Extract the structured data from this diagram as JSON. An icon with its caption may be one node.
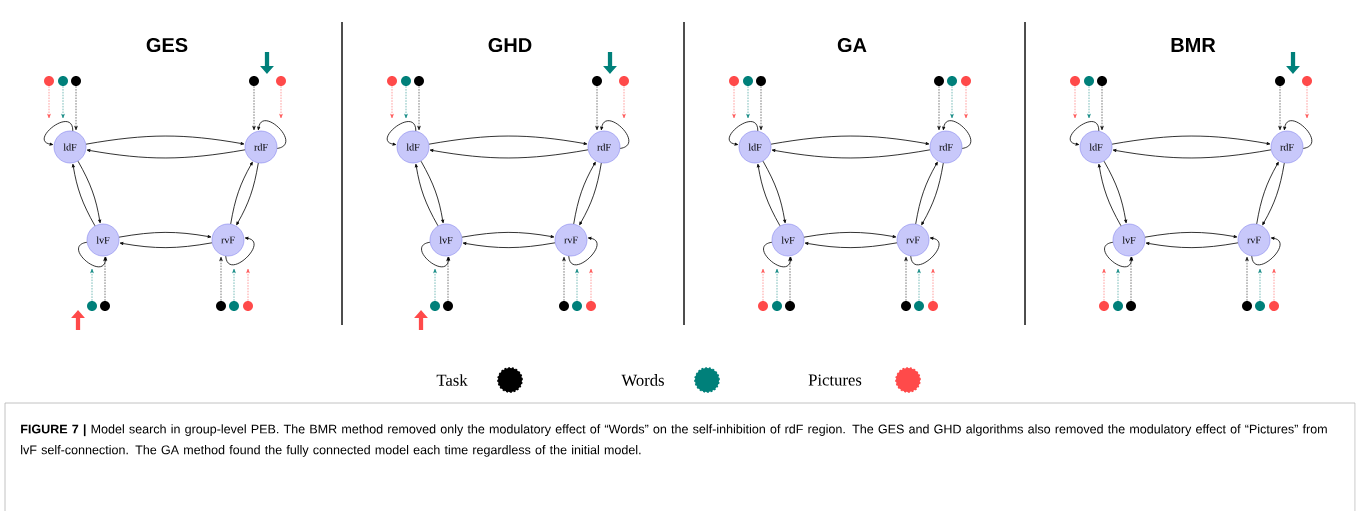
{
  "diagram": {
    "caption": "**FIGURE 7 |** Model search in group-level PEB. The BMR method removed only the modulatory effect of “Words” on the self-inhibition of rdF region. The GES and GHD algorithms also removed the modulatory effect of “Pictures” from lvF self-connection. The GA method found the fully connected model each time regardless of the initial model.",
    "nodes": [
      {
        "text": [
          "ldF"
        ]
      },
      {
        "text": [
          "rdF"
        ]
      },
      {
        "text": [
          "lvF"
        ]
      },
      {
        "text": [
          "rvF"
        ]
      },
      {
        "text": [],
        "shape": "circle"
      },
      {
        "text": [],
        "shape": "circle"
      },
      {
        "text": [],
        "shape": "circle"
      },
      {
        "text": [],
        "shape": "circle"
      },
      {
        "text": [],
        "shape": "circle"
      },
      {
        "text": [],
        "shape": "circle"
      },
      {
        "text": [],
        "shape": "circle"
      },
      {
        "text": [],
        "shape": "circle"
      },
      {
        "text": [],
        "shape": "circle"
      },
      {
        "text": [],
        "shape": "circle"
      },
      {
        "text": [
          "ldF"
        ]
      },
      {
        "text": [
          "rdF"
        ]
      },
      {
        "text": [
          "lvF"
        ]
      },
      {
        "text": [
          "rvF"
        ]
      },
      {
        "text": [],
        "shape": "circle"
      },
      {
        "text": [],
        "shape": "circle"
      },
      {
        "text": [],
        "shape": "circle"
      },
      {
        "text": [],
        "shape": "circle"
      },
      {
        "text": [],
        "shape": "circle"
      },
      {
        "text": [],
        "shape": "circle"
      },
      {
        "text": [],
        "shape": "circle"
      },
      {
        "text": [],
        "shape": "circle"
      },
      {
        "text": [],
        "shape": "circle"
      },
      {
        "text": [],
        "shape": "circle"
      },
      {
        "text": [
          "ldF"
        ]
      },
      {
        "text": [
          "rdF"
        ]
      },
      {
        "text": [
          "lvF"
        ]
      },
      {
        "text": [
          "rvF"
        ]
      },
      {
        "text": [],
        "shape": "circle"
      },
      {
        "text": [],
        "shape": "circle"
      },
      {
        "text": [],
        "shape": "circle"
      },
      {
        "text": [],
        "shape": "circle"
      },
      {
        "text": [],
        "shape": "circle"
      },
      {
        "text": [],
        "shape": "circle"
      },
      {
        "text": [],
        "shape": "circle"
      },
      {
        "text": [],
        "shape": "circle"
      },
      {
        "text": [],
        "shape": "circle"
      },
      {
        "text": [],
        "shape": "circle"
      },
      {
        "text": [],
        "shape": "circle"
      },
      {
        "text": [],
        "shape": "circle"
      },
      {
        "text": [
          "ldF"
        ]
      },
      {
        "text": [
          "rdF"
        ]
      },
      {
        "text": [
          "lvF"
        ]
      },
      {
        "text": [
          "rvF"
        ]
      },
      {
        "text": [],
        "shape": "circle"
      },
      {
        "text": [],
        "shape": "circle"
      },
      {
        "text": [],
        "shape": "circle"
      },
      {
        "text": [],
        "shape": "circle"
      },
      {
        "text": [],
        "shape": "circle"
      },
      {
        "text": [],
        "shape": "circle"
      },
      {
        "text": [],
        "shape": "circle"
      },
      {
        "text": [],
        "shape": "circle"
      },
      {
        "text": [],
        "shape": "circle"
      },
      {
        "text": [],
        "shape": "circle"
      },
      {
        "text": [],
        "shape": "circle"
      }
    ],
    "edges": [
      {
        "from": 0,
        "to": 1,
        "arrow": "to"
      },
      {
        "from": 1,
        "to": 0,
        "arrow": "to"
      },
      {
        "from": 0,
        "to": 2,
        "arrow": "to"
      },
      {
        "from": 2,
        "to": 0,
        "arrow": "to"
      },
      {
        "from": 1,
        "to": 3,
        "arrow": "to"
      },
      {
        "from": 3,
        "to": 1,
        "arrow": "to"
      },
      {
        "from": 2,
        "to": 3,
        "arrow": "to"
      },
      {
        "from": 3,
        "to": 2,
        "arrow": "to"
      },
      {
        "from": 0,
        "to": 0,
        "arrow": "to"
      },
      {
        "from": 1,
        "to": 1,
        "arrow": "to"
      },
      {
        "from": 2,
        "to": 2,
        "arrow": "to"
      },
      {
        "from": 3,
        "to": 3,
        "arrow": "to"
      },
      {
        "from": 4,
        "to": 0,
        "arrow": "to",
        "style": "dashed",
        "color": "#ff4a4a"
      },
      {
        "from": 5,
        "to": 0,
        "arrow": "to",
        "style": "dashed",
        "color": "#00807a"
      },
      {
        "from": 6,
        "to": 0,
        "arrow": "to",
        "style": "dashed"
      },
      {
        "from": 7,
        "to": 1,
        "arrow": "to",
        "style": "dashed"
      },
      {
        "from": 8,
        "to": 1,
        "arrow": "to",
        "style": "dashed",
        "color": "#ff4a4a"
      },
      {
        "from": 9,
        "to": 2,
        "arrow": "to",
        "style": "dashed",
        "color": "#00807a"
      },
      {
        "from": 10,
        "to": 2,
        "arrow": "to",
        "style": "dashed"
      },
      {
        "from": 11,
        "to": 3,
        "arrow": "to",
        "style": "dashed"
      },
      {
        "from": 12,
        "to": 3,
        "arrow": "to",
        "style": "dashed",
        "color": "#00807a"
      },
      {
        "from": 13,
        "to": 3,
        "arrow": "to",
        "style": "dashed",
        "color": "#ff4a4a"
      },
      {
        "from": 14,
        "to": 15,
        "arrow": "to"
      },
      {
        "from": 15,
        "to": 14,
        "arrow": "to"
      },
      {
        "from": 14,
        "to": 16,
        "arrow": "to"
      },
      {
        "from": 16,
        "to": 14,
        "arrow": "to"
      },
      {
        "from": 15,
        "to": 17,
        "arrow": "to"
      },
      {
        "from": 17,
        "to": 15,
        "arrow": "to"
      },
      {
        "from": 16,
        "to": 17,
        "arrow": "to"
      },
      {
        "from": 17,
        "to": 16,
        "arrow": "to"
      },
      {
        "from": 14,
        "to": 14,
        "arrow": "to"
      },
      {
        "from": 15,
        "to": 15,
        "arrow": "to"
      },
      {
        "from": 16,
        "to": 16,
        "arrow": "to"
      },
      {
        "from": 17,
        "to": 17,
        "arrow": "to"
      },
      {
        "from": 18,
        "to": 14,
        "arrow": "to",
        "style": "dashed",
        "color": "#ff4a4a"
      },
      {
        "from": 19,
        "to": 14,
        "arrow": "to",
        "style": "dashed",
        "color": "#00807a"
      },
      {
        "from": 20,
        "to": 14,
        "arrow": "to",
        "style": "dashed"
      },
      {
        "from": 21,
        "to": 15,
        "arrow": "to",
        "style": "dashed"
      },
      {
        "from": 22,
        "to": 15,
        "arrow": "to",
        "style": "dashed",
        "color": "#ff4a4a"
      },
      {
        "from": 23,
        "to": 16,
        "arrow": "to",
        "style": "dashed",
        "color": "#00807a"
      },
      {
        "from": 24,
        "to": 16,
        "arrow": "to",
        "style": "dashed"
      },
      {
        "from": 25,
        "to": 17,
        "arrow": "to",
        "style": "dashed"
      },
      {
        "from": 26,
        "to": 17,
        "arrow": "to",
        "style": "dashed",
        "color": "#00807a"
      },
      {
        "from": 27,
        "to": 17,
        "arrow": "to",
        "style": "dashed",
        "color": "#ff4a4a"
      },
      {
        "from": 28,
        "to": 29,
        "arrow": "to"
      },
      {
        "from": 29,
        "to": 28,
        "arrow": "to"
      },
      {
        "from": 28,
        "to": 30,
        "arrow": "to"
      },
      {
        "from": 30,
        "to": 28,
        "arrow": "to"
      },
      {
        "from": 29,
        "to": 31,
        "arrow": "to"
      },
      {
        "from": 31,
        "to": 29,
        "arrow": "to"
      },
      {
        "from": 30,
        "to": 31,
        "arrow": "to"
      },
      {
        "from": 31,
        "to": 30,
        "arrow": "to"
      },
      {
        "from": 28,
        "to": 28,
        "arrow": "to"
      },
      {
        "from": 29,
        "to": 29,
        "arrow": "to"
      },
      {
        "from": 30,
        "to": 30,
        "arrow": "to"
      },
      {
        "from": 31,
        "to": 31,
        "arrow": "to"
      },
      {
        "from": 32,
        "to": 28,
        "arrow": "to",
        "style": "dashed",
        "color": "#ff4a4a"
      },
      {
        "from": 33,
        "to": 28,
        "arrow": "to",
        "style": "dashed",
        "color": "#00807a"
      },
      {
        "from": 34,
        "to": 28,
        "arrow": "to",
        "style": "dashed"
      },
      {
        "from": 35,
        "to": 29,
        "arrow": "to",
        "style": "dashed"
      },
      {
        "from": 36,
        "to": 29,
        "arrow": "to",
        "style": "dashed",
        "color": "#00807a"
      },
      {
        "from": 37,
        "to": 29,
        "arrow": "to",
        "style": "dashed",
        "color": "#ff4a4a"
      },
      {
        "from": 38,
        "to": 30,
        "arrow": "to",
        "style": "dashed",
        "color": "#ff4a4a"
      },
      {
        "from": 39,
        "to": 30,
        "arrow": "to",
        "style": "dashed",
        "color": "#00807a"
      },
      {
        "from": 40,
        "to": 30,
        "arrow": "to",
        "style": "dashed"
      },
      {
        "from": 41,
        "to": 31,
        "arrow": "to",
        "style": "dashed"
      },
      {
        "from": 42,
        "to": 31,
        "arrow": "to",
        "style": "dashed",
        "color": "#00807a"
      },
      {
        "from": 43,
        "to": 31,
        "arrow": "to",
        "style": "dashed",
        "color": "#ff4a4a"
      },
      {
        "from": 44,
        "to": 45,
        "arrow": "to"
      },
      {
        "from": 45,
        "to": 44,
        "arrow": "to"
      },
      {
        "from": 44,
        "to": 46,
        "arrow": "to"
      },
      {
        "from": 46,
        "to": 44,
        "arrow": "to"
      },
      {
        "from": 45,
        "to": 47,
        "arrow": "to"
      },
      {
        "from": 47,
        "to": 45,
        "arrow": "to"
      },
      {
        "from": 46,
        "to": 47,
        "arrow": "to"
      },
      {
        "from": 47,
        "to": 46,
        "arrow": "to"
      },
      {
        "from": 44,
        "to": 44,
        "arrow": "to"
      },
      {
        "from": 45,
        "to": 45,
        "arrow": "to"
      },
      {
        "from": 46,
        "to": 46,
        "arrow": "to"
      },
      {
        "from": 47,
        "to": 47,
        "arrow": "to"
      },
      {
        "from": 48,
        "to": 44,
        "arrow": "to",
        "style": "dashed",
        "color": "#ff4a4a"
      },
      {
        "from": 49,
        "to": 44,
        "arrow": "to",
        "style": "dashed",
        "color": "#00807a"
      },
      {
        "from": 50,
        "to": 44,
        "arrow": "to",
        "style": "dashed"
      },
      {
        "from": 51,
        "to": 45,
        "arrow": "to",
        "style": "dashed"
      },
      {
        "from": 52,
        "to": 45,
        "arrow": "to",
        "style": "dashed",
        "color": "#ff4a4a"
      },
      {
        "from": 53,
        "to": 46,
        "arrow": "to",
        "style": "dashed",
        "color": "#ff4a4a"
      },
      {
        "from": 54,
        "to": 46,
        "arrow": "to",
        "style": "dashed",
        "color": "#00807a"
      },
      {
        "from": 55,
        "to": 46,
        "arrow": "to",
        "style": "dashed"
      },
      {
        "from": 56,
        "to": 47,
        "arrow": "to",
        "style": "dashed"
      },
      {
        "from": 57,
        "to": 47,
        "arrow": "to",
        "style": "dashed",
        "color": "#00807a"
      },
      {
        "from": 58,
        "to": 47,
        "arrow": "to",
        "style": "dashed",
        "color": "#ff4a4a"
      }
    ],
    "labels": [
      "GES",
      "GHD",
      "GA",
      "BMR"
    ],
    "legend": [
      {
        "text": "Task",
        "color": "#000000"
      },
      {
        "text": "Words",
        "color": "#00807a"
      },
      {
        "text": "Pictures",
        "color": "#ff4a4a"
      }
    ]
  }
}
